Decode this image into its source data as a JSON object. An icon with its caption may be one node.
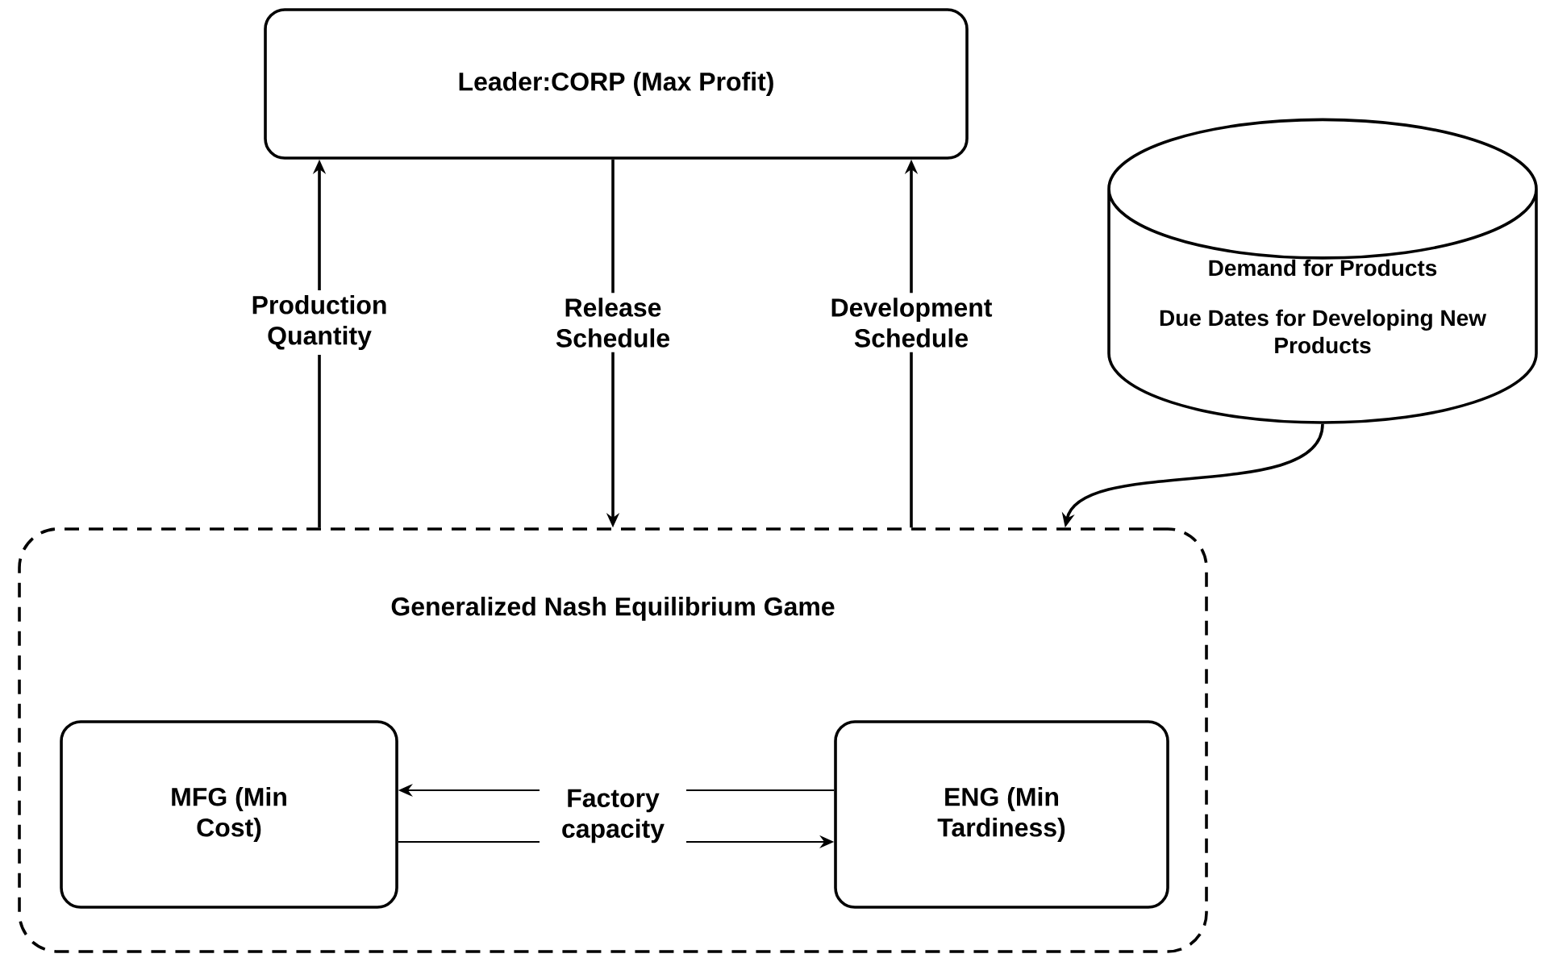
{
  "diagram": {
    "nodes": [
      {
        "text": [
          "Leader:CORP (Max Profit)"
        ]
      },
      {
        "text": [
          "Demand for Products",
          "Due Dates for Developing New Products"
        ]
      },
      {
        "text": [
          "Generalized Nash Equilibrium Game"
        ]
      },
      {
        "text": [
          "MFG (Min Cost)"
        ],
        "in": 2
      },
      {
        "text": [
          "ENG (Min Tardiness)"
        ],
        "in": 2
      }
    ],
    "edges": [
      {
        "from": 2,
        "to": 0,
        "arrow": "to",
        "label": "Production Quantity"
      },
      {
        "from": 0,
        "to": 2,
        "arrow": "to",
        "label": "Release Schedule"
      },
      {
        "from": 2,
        "to": 0,
        "arrow": "to",
        "label": "Development Schedule"
      },
      {
        "from": 1,
        "to": 2,
        "arrow": "to"
      },
      {
        "from": 4,
        "to": 3,
        "arrow": "to",
        "label": "Factory capacity"
      },
      {
        "from": 3,
        "to": 4,
        "arrow": "to"
      }
    ]
  }
}
